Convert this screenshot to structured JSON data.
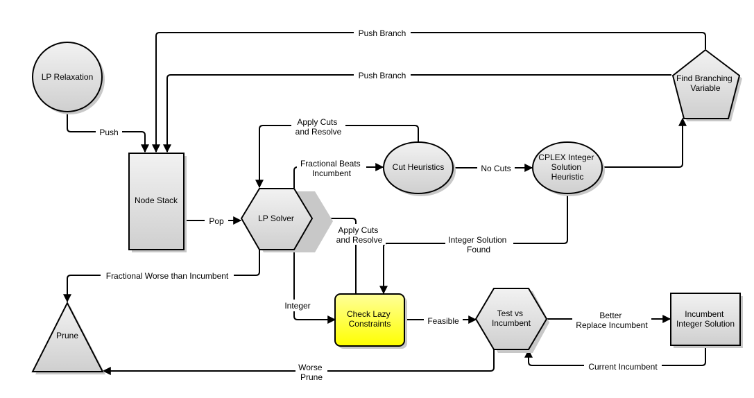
{
  "nodes": {
    "lp_relaxation": "LP Relaxation",
    "node_stack": "Node Stack",
    "lp_solver": "LP Solver",
    "cut_heuristics": "Cut Heuristics",
    "cplex_heuristic": [
      "CPLEX Integer",
      "Solution",
      "Heuristic"
    ],
    "find_branching": [
      "Find Branching",
      "Variable"
    ],
    "prune": "Prune",
    "check_lazy": [
      "Check Lazy",
      "Constraints"
    ],
    "test_incumbent": [
      "Test vs",
      "Incumbent"
    ],
    "incumbent_solution": [
      "Incumbent",
      "Integer Solution"
    ]
  },
  "edges": {
    "push_branch_outer": "Push Branch",
    "push_branch_inner": "Push Branch",
    "push": "Push",
    "pop": "Pop",
    "apply_cuts_top": [
      "Apply Cuts",
      "and Resolve"
    ],
    "fractional_beats": [
      "Fractional Beats",
      "Incumbent"
    ],
    "no_cuts": "No Cuts",
    "integer_found": [
      "Integer Solution",
      "Found"
    ],
    "apply_cuts_bottom": [
      "Apply Cuts",
      "and Resolve"
    ],
    "fractional_worse": "Fractional Worse than Incumbent",
    "integer": "Integer",
    "feasible": "Feasible",
    "better": [
      "Better",
      "Replace Incumbent"
    ],
    "current_incumbent": "Current Incumbent",
    "worse": [
      "Worse",
      "Prune"
    ]
  },
  "colors": {
    "node_fill_light": "#f2f2f2",
    "node_fill_dark": "#cfcfcf",
    "lazy_fill_light": "#ffff99",
    "lazy_fill_dark": "#ffff00",
    "stroke": "#000000",
    "background": "#ffffff"
  }
}
